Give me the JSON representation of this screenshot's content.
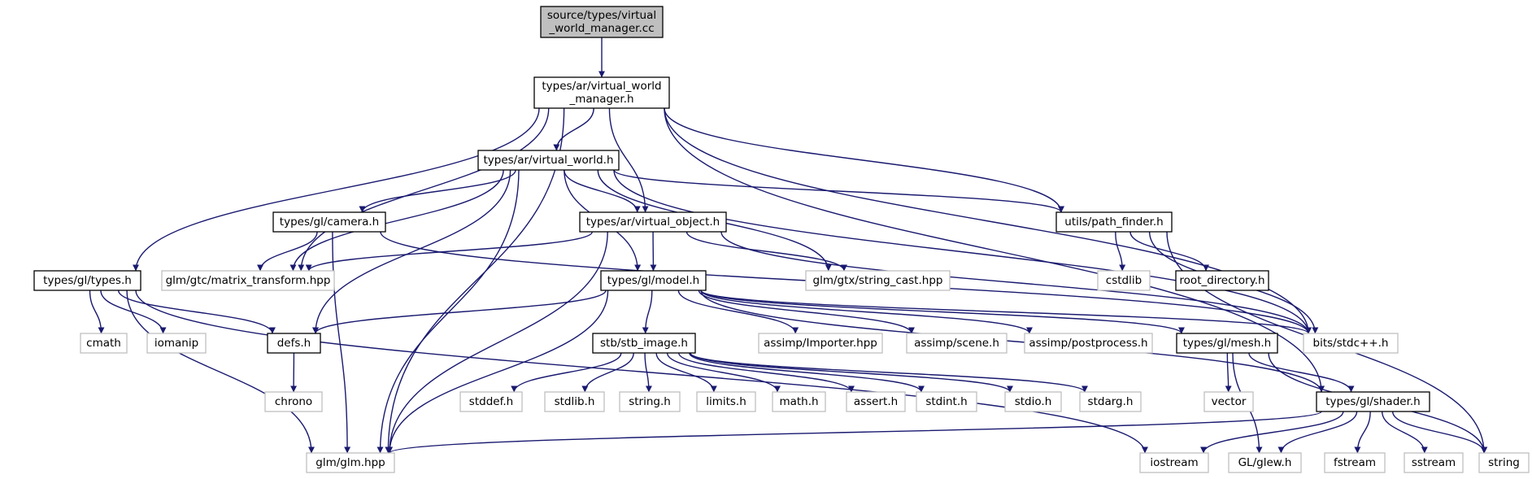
{
  "colors": {
    "root_fill": "#bfbfbf",
    "documented_border": "#000000",
    "external_border": "#bfbfbf",
    "edge": "#191970",
    "text": "#000000"
  },
  "nodes": [
    {
      "id": "root",
      "lines": [
        "source/types/virtual",
        "_world_manager.cc"
      ],
      "kind": "root"
    },
    {
      "id": "vwm_h",
      "lines": [
        "types/ar/virtual_world",
        "_manager.h"
      ],
      "kind": "doc"
    },
    {
      "id": "vw_h",
      "lines": [
        "types/ar/virtual_world.h"
      ],
      "kind": "doc"
    },
    {
      "id": "types_h",
      "lines": [
        "types/gl/types.h"
      ],
      "kind": "doc"
    },
    {
      "id": "camera_h",
      "lines": [
        "types/gl/camera.h"
      ],
      "kind": "doc"
    },
    {
      "id": "vo_h",
      "lines": [
        "types/ar/virtual_object.h"
      ],
      "kind": "doc"
    },
    {
      "id": "pf_h",
      "lines": [
        "utils/path_finder.h"
      ],
      "kind": "doc"
    },
    {
      "id": "mt_hpp",
      "lines": [
        "glm/gtc/matrix_transform.hpp"
      ],
      "kind": "ext"
    },
    {
      "id": "model_h",
      "lines": [
        "types/gl/model.h"
      ],
      "kind": "doc"
    },
    {
      "id": "sc_hpp",
      "lines": [
        "glm/gtx/string_cast.hpp"
      ],
      "kind": "ext"
    },
    {
      "id": "cstdlib",
      "lines": [
        "cstdlib"
      ],
      "kind": "ext"
    },
    {
      "id": "rootdir_h",
      "lines": [
        "root_directory.h"
      ],
      "kind": "doc"
    },
    {
      "id": "cmath",
      "lines": [
        "cmath"
      ],
      "kind": "ext"
    },
    {
      "id": "iomanip",
      "lines": [
        "iomanip"
      ],
      "kind": "ext"
    },
    {
      "id": "defs_h",
      "lines": [
        "defs.h"
      ],
      "kind": "doc"
    },
    {
      "id": "stb_h",
      "lines": [
        "stb/stb_image.h"
      ],
      "kind": "doc"
    },
    {
      "id": "importer",
      "lines": [
        "assimp/Importer.hpp"
      ],
      "kind": "ext"
    },
    {
      "id": "scene",
      "lines": [
        "assimp/scene.h"
      ],
      "kind": "ext"
    },
    {
      "id": "postproc",
      "lines": [
        "assimp/postprocess.h"
      ],
      "kind": "ext"
    },
    {
      "id": "mesh_h",
      "lines": [
        "types/gl/mesh.h"
      ],
      "kind": "doc"
    },
    {
      "id": "stdcpp",
      "lines": [
        "bits/stdc++.h"
      ],
      "kind": "ext"
    },
    {
      "id": "chrono",
      "lines": [
        "chrono"
      ],
      "kind": "ext"
    },
    {
      "id": "stddef",
      "lines": [
        "stddef.h"
      ],
      "kind": "ext"
    },
    {
      "id": "stdlib",
      "lines": [
        "stdlib.h"
      ],
      "kind": "ext"
    },
    {
      "id": "string_h",
      "lines": [
        "string.h"
      ],
      "kind": "ext"
    },
    {
      "id": "limits",
      "lines": [
        "limits.h"
      ],
      "kind": "ext"
    },
    {
      "id": "math",
      "lines": [
        "math.h"
      ],
      "kind": "ext"
    },
    {
      "id": "assert",
      "lines": [
        "assert.h"
      ],
      "kind": "ext"
    },
    {
      "id": "stdint",
      "lines": [
        "stdint.h"
      ],
      "kind": "ext"
    },
    {
      "id": "stdio",
      "lines": [
        "stdio.h"
      ],
      "kind": "ext"
    },
    {
      "id": "stdarg",
      "lines": [
        "stdarg.h"
      ],
      "kind": "ext"
    },
    {
      "id": "vector",
      "lines": [
        "vector"
      ],
      "kind": "ext"
    },
    {
      "id": "shader_h",
      "lines": [
        "types/gl/shader.h"
      ],
      "kind": "doc"
    },
    {
      "id": "glm_hpp",
      "lines": [
        "glm/glm.hpp"
      ],
      "kind": "ext"
    },
    {
      "id": "iostream",
      "lines": [
        "iostream"
      ],
      "kind": "ext"
    },
    {
      "id": "glew",
      "lines": [
        "GL/glew.h"
      ],
      "kind": "ext"
    },
    {
      "id": "fstream",
      "lines": [
        "fstream"
      ],
      "kind": "ext"
    },
    {
      "id": "sstream",
      "lines": [
        "sstream"
      ],
      "kind": "ext"
    },
    {
      "id": "string",
      "lines": [
        "string"
      ],
      "kind": "ext"
    }
  ],
  "edges": [
    [
      "root",
      "vwm_h"
    ],
    [
      "vwm_h",
      "vw_h"
    ],
    [
      "vwm_h",
      "types_h"
    ],
    [
      "vwm_h",
      "mt_hpp"
    ],
    [
      "vwm_h",
      "vo_h"
    ],
    [
      "vwm_h",
      "pf_h"
    ],
    [
      "vwm_h",
      "stdcpp"
    ],
    [
      "vwm_h",
      "shader_h"
    ],
    [
      "vwm_h",
      "glm_hpp"
    ],
    [
      "vw_h",
      "camera_h"
    ],
    [
      "vw_h",
      "mt_hpp"
    ],
    [
      "vw_h",
      "vo_h"
    ],
    [
      "vw_h",
      "model_h"
    ],
    [
      "vw_h",
      "sc_hpp"
    ],
    [
      "vw_h",
      "pf_h"
    ],
    [
      "vw_h",
      "stdcpp"
    ],
    [
      "vw_h",
      "defs_h"
    ],
    [
      "vw_h",
      "glm_hpp"
    ],
    [
      "types_h",
      "cmath"
    ],
    [
      "types_h",
      "iomanip"
    ],
    [
      "types_h",
      "defs_h"
    ],
    [
      "types_h",
      "glm_hpp"
    ],
    [
      "types_h",
      "iostream"
    ],
    [
      "camera_h",
      "mt_hpp"
    ],
    [
      "camera_h",
      "glm_hpp"
    ],
    [
      "camera_h",
      "stdcpp"
    ],
    [
      "vo_h",
      "mt_hpp"
    ],
    [
      "vo_h",
      "model_h"
    ],
    [
      "vo_h",
      "sc_hpp"
    ],
    [
      "vo_h",
      "glm_hpp"
    ],
    [
      "vo_h",
      "stdcpp"
    ],
    [
      "pf_h",
      "cstdlib"
    ],
    [
      "pf_h",
      "rootdir_h"
    ],
    [
      "pf_h",
      "stdcpp"
    ],
    [
      "pf_h",
      "string"
    ],
    [
      "model_h",
      "defs_h"
    ],
    [
      "model_h",
      "stb_h"
    ],
    [
      "model_h",
      "importer"
    ],
    [
      "model_h",
      "scene"
    ],
    [
      "model_h",
      "postproc"
    ],
    [
      "model_h",
      "mesh_h"
    ],
    [
      "model_h",
      "stdcpp"
    ],
    [
      "model_h",
      "shader_h"
    ],
    [
      "model_h",
      "glm_hpp"
    ],
    [
      "defs_h",
      "chrono"
    ],
    [
      "stb_h",
      "stddef"
    ],
    [
      "stb_h",
      "stdlib"
    ],
    [
      "stb_h",
      "string_h"
    ],
    [
      "stb_h",
      "limits"
    ],
    [
      "stb_h",
      "math"
    ],
    [
      "stb_h",
      "assert"
    ],
    [
      "stb_h",
      "stdint"
    ],
    [
      "stb_h",
      "stdio"
    ],
    [
      "stb_h",
      "stdarg"
    ],
    [
      "mesh_h",
      "vector"
    ],
    [
      "mesh_h",
      "glew"
    ],
    [
      "mesh_h",
      "shader_h"
    ],
    [
      "mesh_h",
      "string"
    ],
    [
      "shader_h",
      "glm_hpp"
    ],
    [
      "shader_h",
      "iostream"
    ],
    [
      "shader_h",
      "glew"
    ],
    [
      "shader_h",
      "fstream"
    ],
    [
      "shader_h",
      "sstream"
    ],
    [
      "shader_h",
      "string"
    ]
  ]
}
